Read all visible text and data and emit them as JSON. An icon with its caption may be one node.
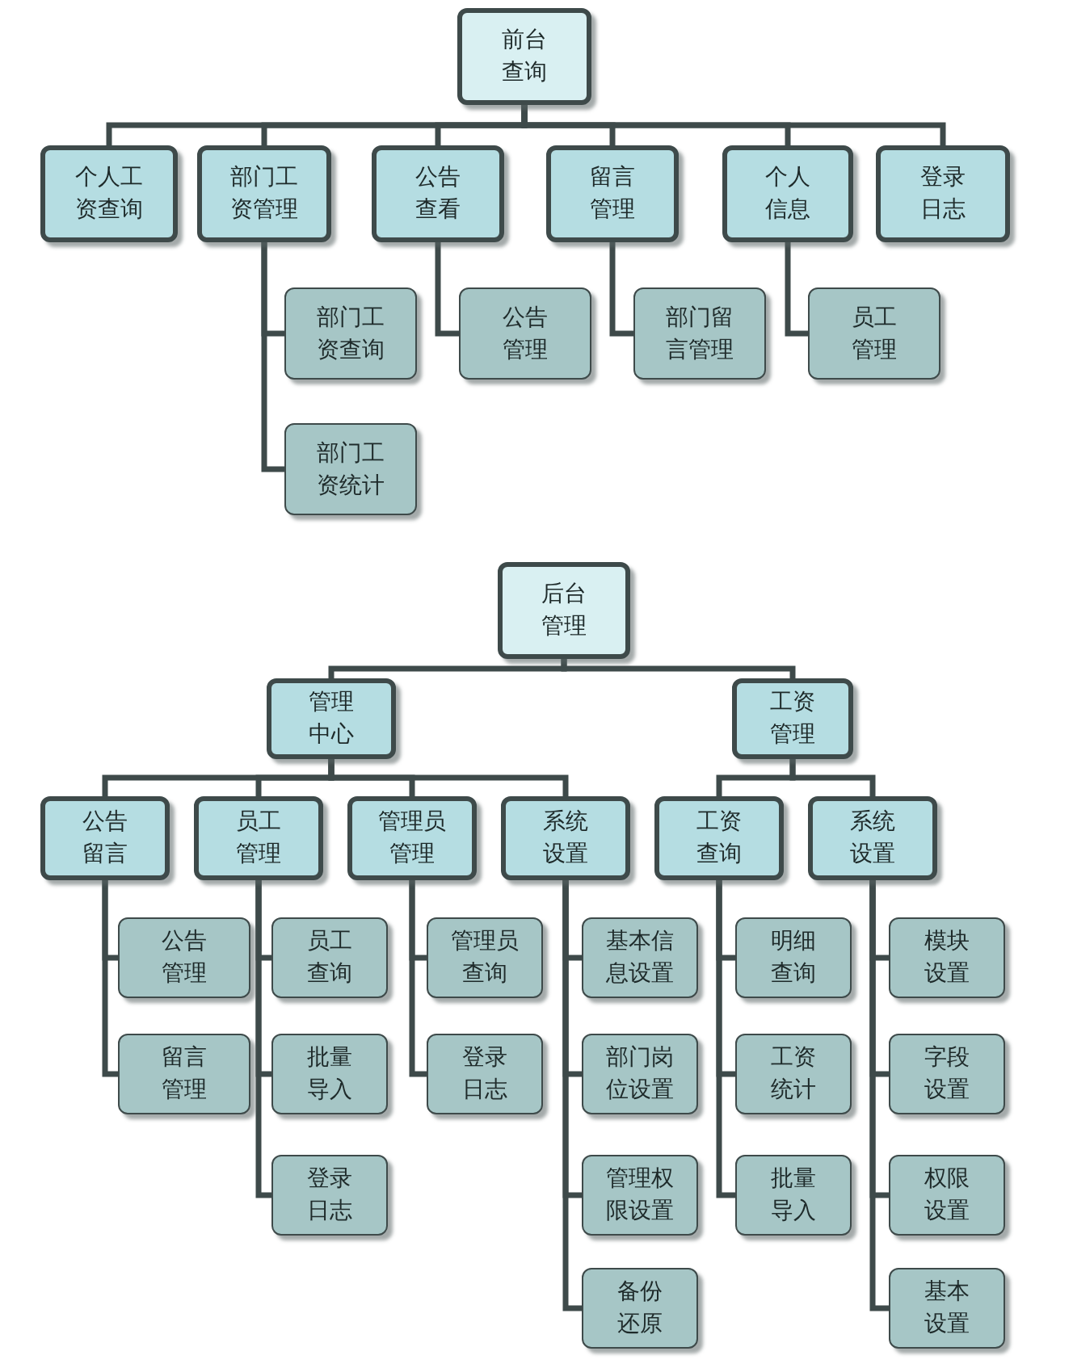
{
  "diagram": {
    "nodes": [
      {
        "text": [
          "前台查询"
        ]
      },
      {
        "text": [
          "个人工资查询"
        ]
      },
      {
        "text": [
          "部门工资管理"
        ]
      },
      {
        "text": [
          "公告查看"
        ]
      },
      {
        "text": [
          "留言管理"
        ]
      },
      {
        "text": [
          "个人信息"
        ]
      },
      {
        "text": [
          "登录日志"
        ]
      },
      {
        "text": [
          "部门工资查询"
        ]
      },
      {
        "text": [
          "部门工资统计"
        ]
      },
      {
        "text": [
          "公告管理"
        ]
      },
      {
        "text": [
          "部门留言管理"
        ]
      },
      {
        "text": [
          "员工管理"
        ]
      },
      {
        "text": [
          "后台管理"
        ]
      },
      {
        "text": [
          "管理中心"
        ]
      },
      {
        "text": [
          "工资管理"
        ]
      },
      {
        "text": [
          "公告留言"
        ]
      },
      {
        "text": [
          "员工管理"
        ]
      },
      {
        "text": [
          "管理员管理"
        ]
      },
      {
        "text": [
          "系统设置"
        ]
      },
      {
        "text": [
          "工资查询"
        ]
      },
      {
        "text": [
          "系统设置"
        ]
      },
      {
        "text": [
          "公告管理"
        ]
      },
      {
        "text": [
          "留言管理"
        ]
      },
      {
        "text": [
          "员工查询"
        ]
      },
      {
        "text": [
          "批量导入"
        ]
      },
      {
        "text": [
          "登录日志"
        ]
      },
      {
        "text": [
          "管理员查询"
        ]
      },
      {
        "text": [
          "登录日志"
        ]
      },
      {
        "text": [
          "基本信息设置"
        ]
      },
      {
        "text": [
          "部门岗位设置"
        ]
      },
      {
        "text": [
          "管理权限设置"
        ]
      },
      {
        "text": [
          "备份还原"
        ]
      },
      {
        "text": [
          "明细查询"
        ]
      },
      {
        "text": [
          "工资统计"
        ]
      },
      {
        "text": [
          "批量导入"
        ]
      },
      {
        "text": [
          "模块设置"
        ]
      },
      {
        "text": [
          "字段设置"
        ]
      },
      {
        "text": [
          "权限设置"
        ]
      },
      {
        "text": [
          "基本设置"
        ]
      }
    ],
    "edges": [
      {
        "from": 0,
        "to": 1,
        "arrow": "none"
      },
      {
        "from": 0,
        "to": 2,
        "arrow": "none"
      },
      {
        "from": 0,
        "to": 3,
        "arrow": "none"
      },
      {
        "from": 0,
        "to": 4,
        "arrow": "none"
      },
      {
        "from": 0,
        "to": 5,
        "arrow": "none"
      },
      {
        "from": 0,
        "to": 6,
        "arrow": "none"
      },
      {
        "from": 2,
        "to": 7,
        "arrow": "none"
      },
      {
        "from": 2,
        "to": 8,
        "arrow": "none"
      },
      {
        "from": 3,
        "to": 9,
        "arrow": "none"
      },
      {
        "from": 4,
        "to": 10,
        "arrow": "none"
      },
      {
        "from": 5,
        "to": 11,
        "arrow": "none"
      },
      {
        "from": 12,
        "to": 13,
        "arrow": "none"
      },
      {
        "from": 12,
        "to": 14,
        "arrow": "none"
      },
      {
        "from": 13,
        "to": 15,
        "arrow": "none"
      },
      {
        "from": 13,
        "to": 16,
        "arrow": "none"
      },
      {
        "from": 13,
        "to": 17,
        "arrow": "none"
      },
      {
        "from": 13,
        "to": 18,
        "arrow": "none"
      },
      {
        "from": 14,
        "to": 19,
        "arrow": "none"
      },
      {
        "from": 14,
        "to": 20,
        "arrow": "none"
      },
      {
        "from": 15,
        "to": 21,
        "arrow": "none"
      },
      {
        "from": 15,
        "to": 22,
        "arrow": "none"
      },
      {
        "from": 16,
        "to": 23,
        "arrow": "none"
      },
      {
        "from": 16,
        "to": 24,
        "arrow": "none"
      },
      {
        "from": 16,
        "to": 25,
        "arrow": "none"
      },
      {
        "from": 17,
        "to": 26,
        "arrow": "none"
      },
      {
        "from": 17,
        "to": 27,
        "arrow": "none"
      },
      {
        "from": 18,
        "to": 28,
        "arrow": "none"
      },
      {
        "from": 18,
        "to": 29,
        "arrow": "none"
      },
      {
        "from": 18,
        "to": 30,
        "arrow": "none"
      },
      {
        "from": 18,
        "to": 31,
        "arrow": "none"
      },
      {
        "from": 19,
        "to": 32,
        "arrow": "none"
      },
      {
        "from": 19,
        "to": 33,
        "arrow": "none"
      },
      {
        "from": 19,
        "to": 34,
        "arrow": "none"
      },
      {
        "from": 20,
        "to": 35,
        "arrow": "none"
      },
      {
        "from": 20,
        "to": 36,
        "arrow": "none"
      },
      {
        "from": 20,
        "to": 37,
        "arrow": "none"
      },
      {
        "from": 20,
        "to": 38,
        "arrow": "none"
      }
    ]
  }
}
